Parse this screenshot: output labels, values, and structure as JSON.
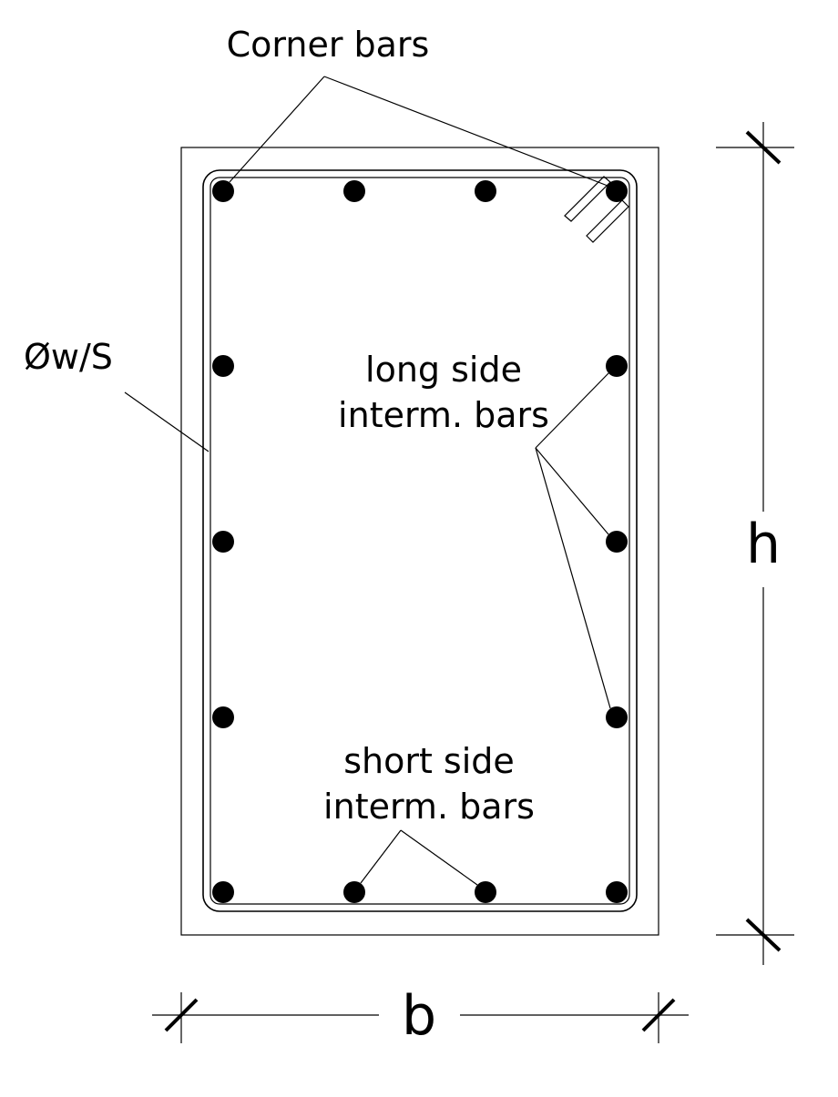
{
  "labels": {
    "corner_bars": "Corner bars",
    "stirrup": "Øw/S",
    "long_side_line1": "long side",
    "long_side_line2": "interm. bars",
    "short_side_line1": "short side",
    "short_side_line2": "interm. bars",
    "height": "h",
    "width": "b"
  },
  "colors": {
    "stroke": "#000000",
    "background": "#ffffff"
  }
}
